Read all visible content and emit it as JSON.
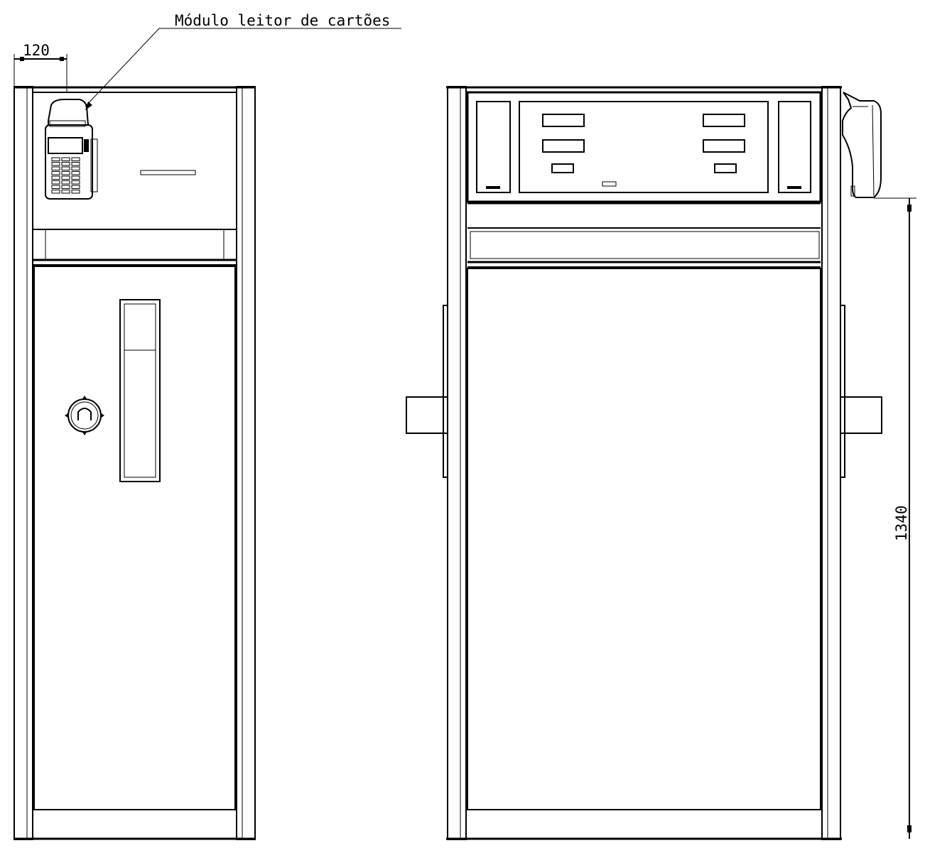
{
  "annotations": {
    "card_reader_label": "Módulo leitor de cartões",
    "dim_width": "120",
    "dim_height": "1340"
  }
}
